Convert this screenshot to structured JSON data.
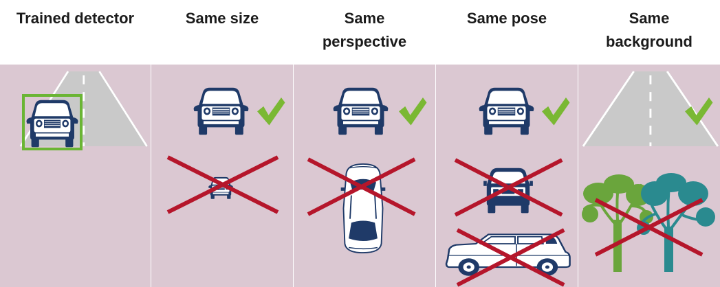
{
  "headers": [
    {
      "lines": [
        "Trained detector"
      ]
    },
    {
      "lines": [
        "Same size"
      ]
    },
    {
      "lines": [
        "Same",
        "perspective"
      ]
    },
    {
      "lines": [
        "Same pose"
      ]
    },
    {
      "lines": [
        "Same",
        "background"
      ]
    }
  ],
  "colors": {
    "panel": "#dbc8d2",
    "car": "#1f3a68",
    "check": "#7ab833",
    "cross": "#b5162b",
    "road": "#c9c9c9",
    "tree_green": "#6aa53c",
    "tree_teal": "#2a8a8f",
    "detector_box": "#6ab534"
  },
  "icons": [
    "car-front-icon",
    "checkmark-icon",
    "red-x-icon",
    "road-icon",
    "tree-icon",
    "car-top-icon",
    "car-rear-icon",
    "car-side-icon"
  ]
}
